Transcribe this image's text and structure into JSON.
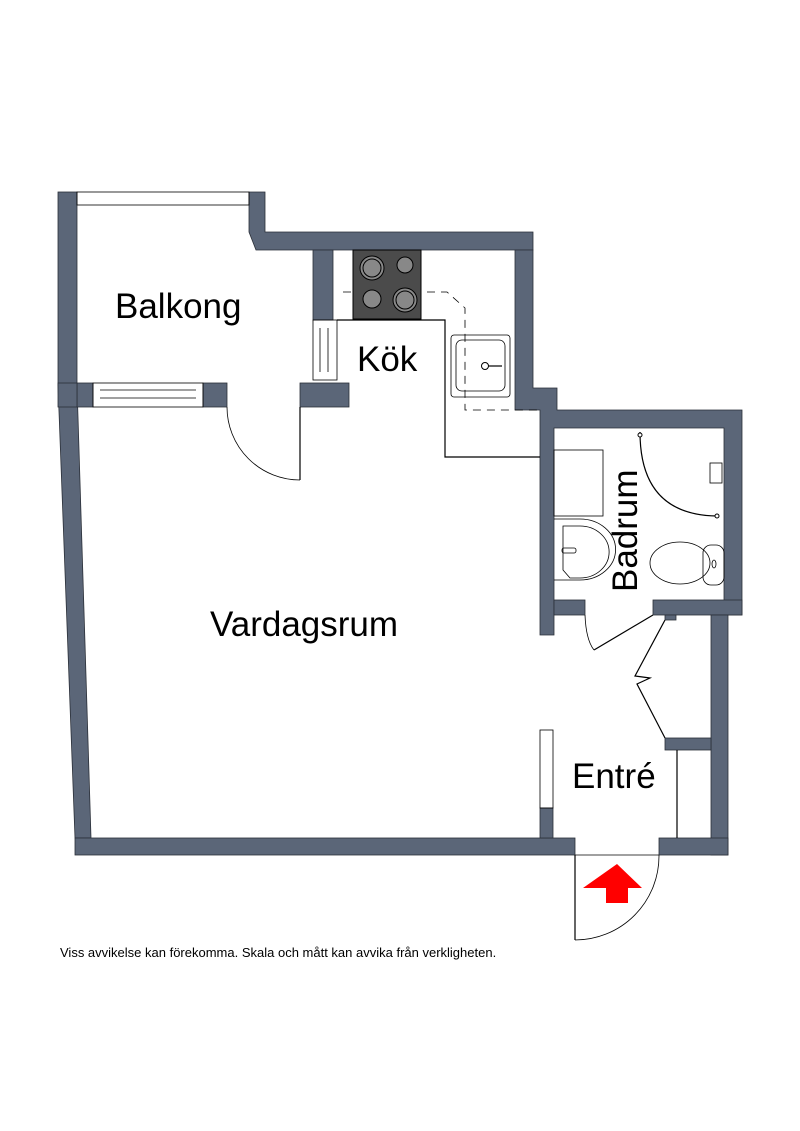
{
  "rooms": {
    "balcony": "Balkong",
    "kitchen": "Kök",
    "living_room": "Vardagsrum",
    "bathroom": "Badrum",
    "entrance": "Entré"
  },
  "disclaimer": "Viss avvikelse kan förekomma. Skala och mått kan avvika från verkligheten.",
  "colors": {
    "wall": "#5b6678",
    "stove": "#4b4b4b",
    "entrance_arrow": "#ff0000"
  },
  "icons": [
    "stove-icon",
    "kitchen-sink-icon",
    "bathroom-sink-icon",
    "shower-icon",
    "toilet-icon",
    "entrance-arrow-icon"
  ]
}
